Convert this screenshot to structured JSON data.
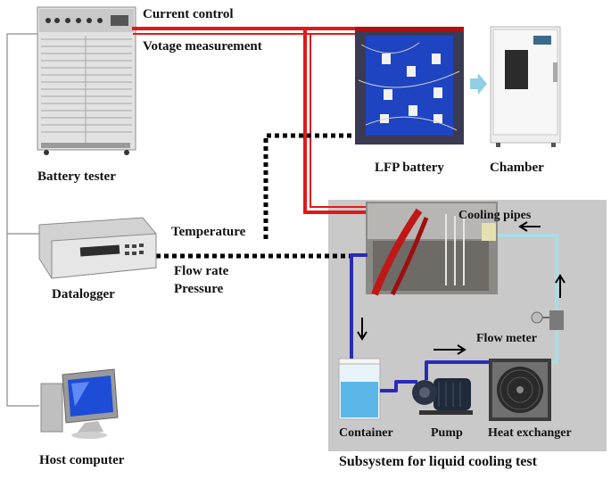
{
  "labels": {
    "current_control": "Current control",
    "voltage_measurement": "Votage measurement",
    "lfp_battery": "LFP battery",
    "chamber": "Chamber",
    "battery_tester": "Battery tester",
    "temperature": "Temperature",
    "flow_rate": "Flow rate",
    "pressure": "Pressure",
    "datalogger": "Datalogger",
    "cooling_pipes": "Cooling pipes",
    "flow_meter": "Flow meter",
    "container": "Container",
    "pump": "Pump",
    "heat_exchanger": "Heat exchanger",
    "host_computer": "Host computer",
    "subsystem_title": "Subsystem for liquid cooling test"
  },
  "colors": {
    "power_line": "#e01919",
    "signal_line": "#000000",
    "hot_coolant": "#2a2ab8",
    "cold_coolant": "#a9dde4",
    "subsystem_bg": "#c9c9c9",
    "chamber_arrow": "#8fd0e2"
  }
}
